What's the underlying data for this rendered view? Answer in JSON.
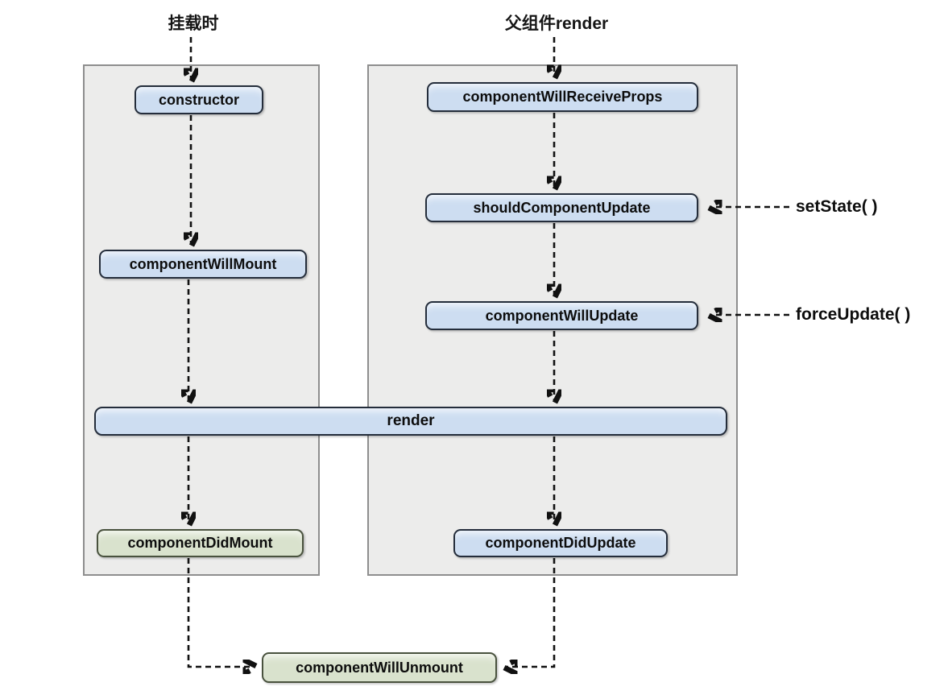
{
  "diagram": {
    "headers": {
      "mount": "挂载时",
      "parent_render": "父组件render"
    },
    "nodes": {
      "constructor": "constructor",
      "component_will_mount": "componentWillMount",
      "component_will_receive_props": "componentWillReceiveProps",
      "should_component_update": "shouldComponentUpdate",
      "component_will_update": "componentWillUpdate",
      "render": "render",
      "component_did_mount": "componentDidMount",
      "component_did_update": "componentDidUpdate",
      "component_will_unmount": "componentWillUnmount"
    },
    "annotations": {
      "set_state": "setState( )",
      "force_update": "forceUpdate( )"
    },
    "colors": {
      "page_bg": "#ffffff",
      "panel_bg": "#ececeb",
      "panel_border": "#8e8e8e",
      "blue_fill": "#cdddf1",
      "blue_border": "#242d3b",
      "green_fill": "#d9e2cd",
      "green_border": "#49523e",
      "arrow": "#111111",
      "text": "#0d0d0d"
    }
  }
}
